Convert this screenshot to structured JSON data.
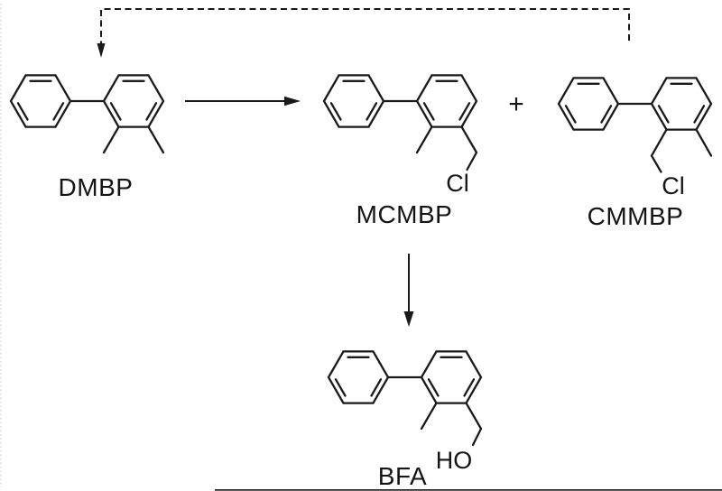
{
  "figure": {
    "kind": "chemical-reaction-scheme",
    "background_color": "#ffffff",
    "line_color": "#1a1a1a"
  },
  "compounds": {
    "dmbp": {
      "label": "DMBP",
      "depicts": "biphenyl bearing two adjacent methyl groups"
    },
    "mcmbp": {
      "label": "MCMBP",
      "atom_label": "Cl",
      "depicts": "biphenyl bearing a methyl group and a chloromethyl group"
    },
    "cmmbp": {
      "label": "CMMBP",
      "atom_label": "Cl",
      "depicts": "biphenyl bearing a chloromethyl group and a methyl group"
    },
    "bfa": {
      "label": "BFA",
      "atom_label": "HO",
      "depicts": "biphenyl bearing a methyl group and a hydroxymethyl group"
    }
  },
  "operators": {
    "plus": "+"
  },
  "arrows": [
    {
      "name": "forward-arrow",
      "style": "solid",
      "direction": "right",
      "from": "DMBP",
      "to": "MCMBP + CMMBP"
    },
    {
      "name": "down-arrow",
      "style": "solid",
      "direction": "down",
      "from": "MCMBP",
      "to": "BFA"
    },
    {
      "name": "recycle-arrow",
      "style": "dashed",
      "direction": "up-left-down",
      "from": "CMMBP",
      "to": "DMBP"
    }
  ]
}
